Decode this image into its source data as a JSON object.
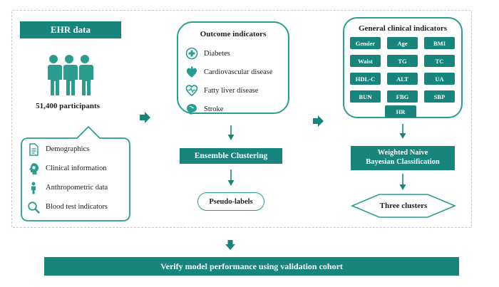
{
  "ehr": {
    "title": "EHR data",
    "participants": "51,400 participants",
    "data_types": [
      {
        "label": "Demographics",
        "icon": "document-icon"
      },
      {
        "label": "Clinical information",
        "icon": "gear-head-icon"
      },
      {
        "label": "Anthropometric data",
        "icon": "person-icon"
      },
      {
        "label": "Blood test indicators",
        "icon": "magnifier-icon"
      }
    ]
  },
  "outcome": {
    "title": "Outcome indicators",
    "items": [
      {
        "label": "Diabetes",
        "icon": "medical-cross-icon"
      },
      {
        "label": "Cardiovascular disease",
        "icon": "heart-organ-icon"
      },
      {
        "label": "Fatty liver disease",
        "icon": "heart-pulse-icon"
      },
      {
        "label": "Stroke",
        "icon": "brain-icon"
      }
    ]
  },
  "ensemble": "Ensemble Clustering",
  "pseudo_labels": "Pseudo-labels",
  "general": {
    "title": "General clinical indicators",
    "indicators": [
      "Gender",
      "Age",
      "BMI",
      "Waist",
      "TG",
      "TC",
      "HDL-C",
      "ALT",
      "UA",
      "BUN",
      "FBG",
      "SBP"
    ],
    "last_indicator": "HR"
  },
  "classifier": {
    "line1": "Weighted Naive",
    "line2": "Bayesian Classification"
  },
  "result": "Three clusters",
  "verify": "Verify model performance using validation cohort",
  "colors": {
    "teal_dark": "#17857c",
    "teal": "#2a9d8f",
    "text": "#1e1e1e",
    "frame": "#c7c7c7"
  }
}
